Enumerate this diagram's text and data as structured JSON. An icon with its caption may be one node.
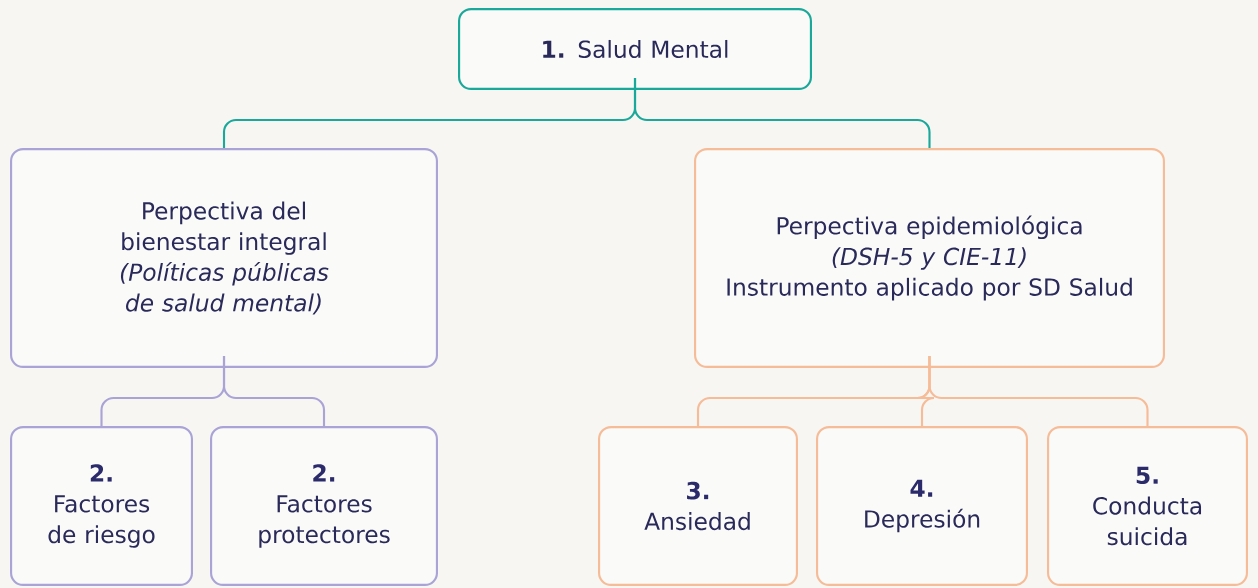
{
  "diagram": {
    "nodes": [
      {
        "text": [
          "**1.** Salud Mental"
        ]
      },
      {
        "text": [
          "Perpectiva del bienestar integral",
          "(Políticas públicas de salud mental)"
        ]
      },
      {
        "text": [
          "Perpectiva epidemiológica",
          "(DSH-5 y CIE-11)",
          "Instrumento aplicado por SD Salud"
        ]
      },
      {
        "text": [
          "2.",
          "Factores de riesgo"
        ]
      },
      {
        "text": [
          "2.",
          "Factores protectores"
        ]
      },
      {
        "text": [
          "3.",
          "Ansiedad"
        ]
      },
      {
        "text": [
          "4.",
          "Depresión"
        ]
      },
      {
        "text": [
          "5.",
          "Conducta suicida"
        ]
      }
    ],
    "edges": [
      {
        "from": 0,
        "to": 1,
        "arrow": "none",
        "color": "#1aa89a"
      },
      {
        "from": 0,
        "to": 2,
        "arrow": "none",
        "color": "#1aa89a"
      },
      {
        "from": 1,
        "to": 3,
        "arrow": "none",
        "color": "#a9a3d6"
      },
      {
        "from": 1,
        "to": 4,
        "arrow": "none",
        "color": "#a9a3d6"
      },
      {
        "from": 2,
        "to": 5,
        "arrow": "none"
      },
      {
        "from": 2,
        "to": 6,
        "arrow": "none"
      },
      {
        "from": 2,
        "to": 7,
        "arrow": "none"
      }
    ]
  }
}
